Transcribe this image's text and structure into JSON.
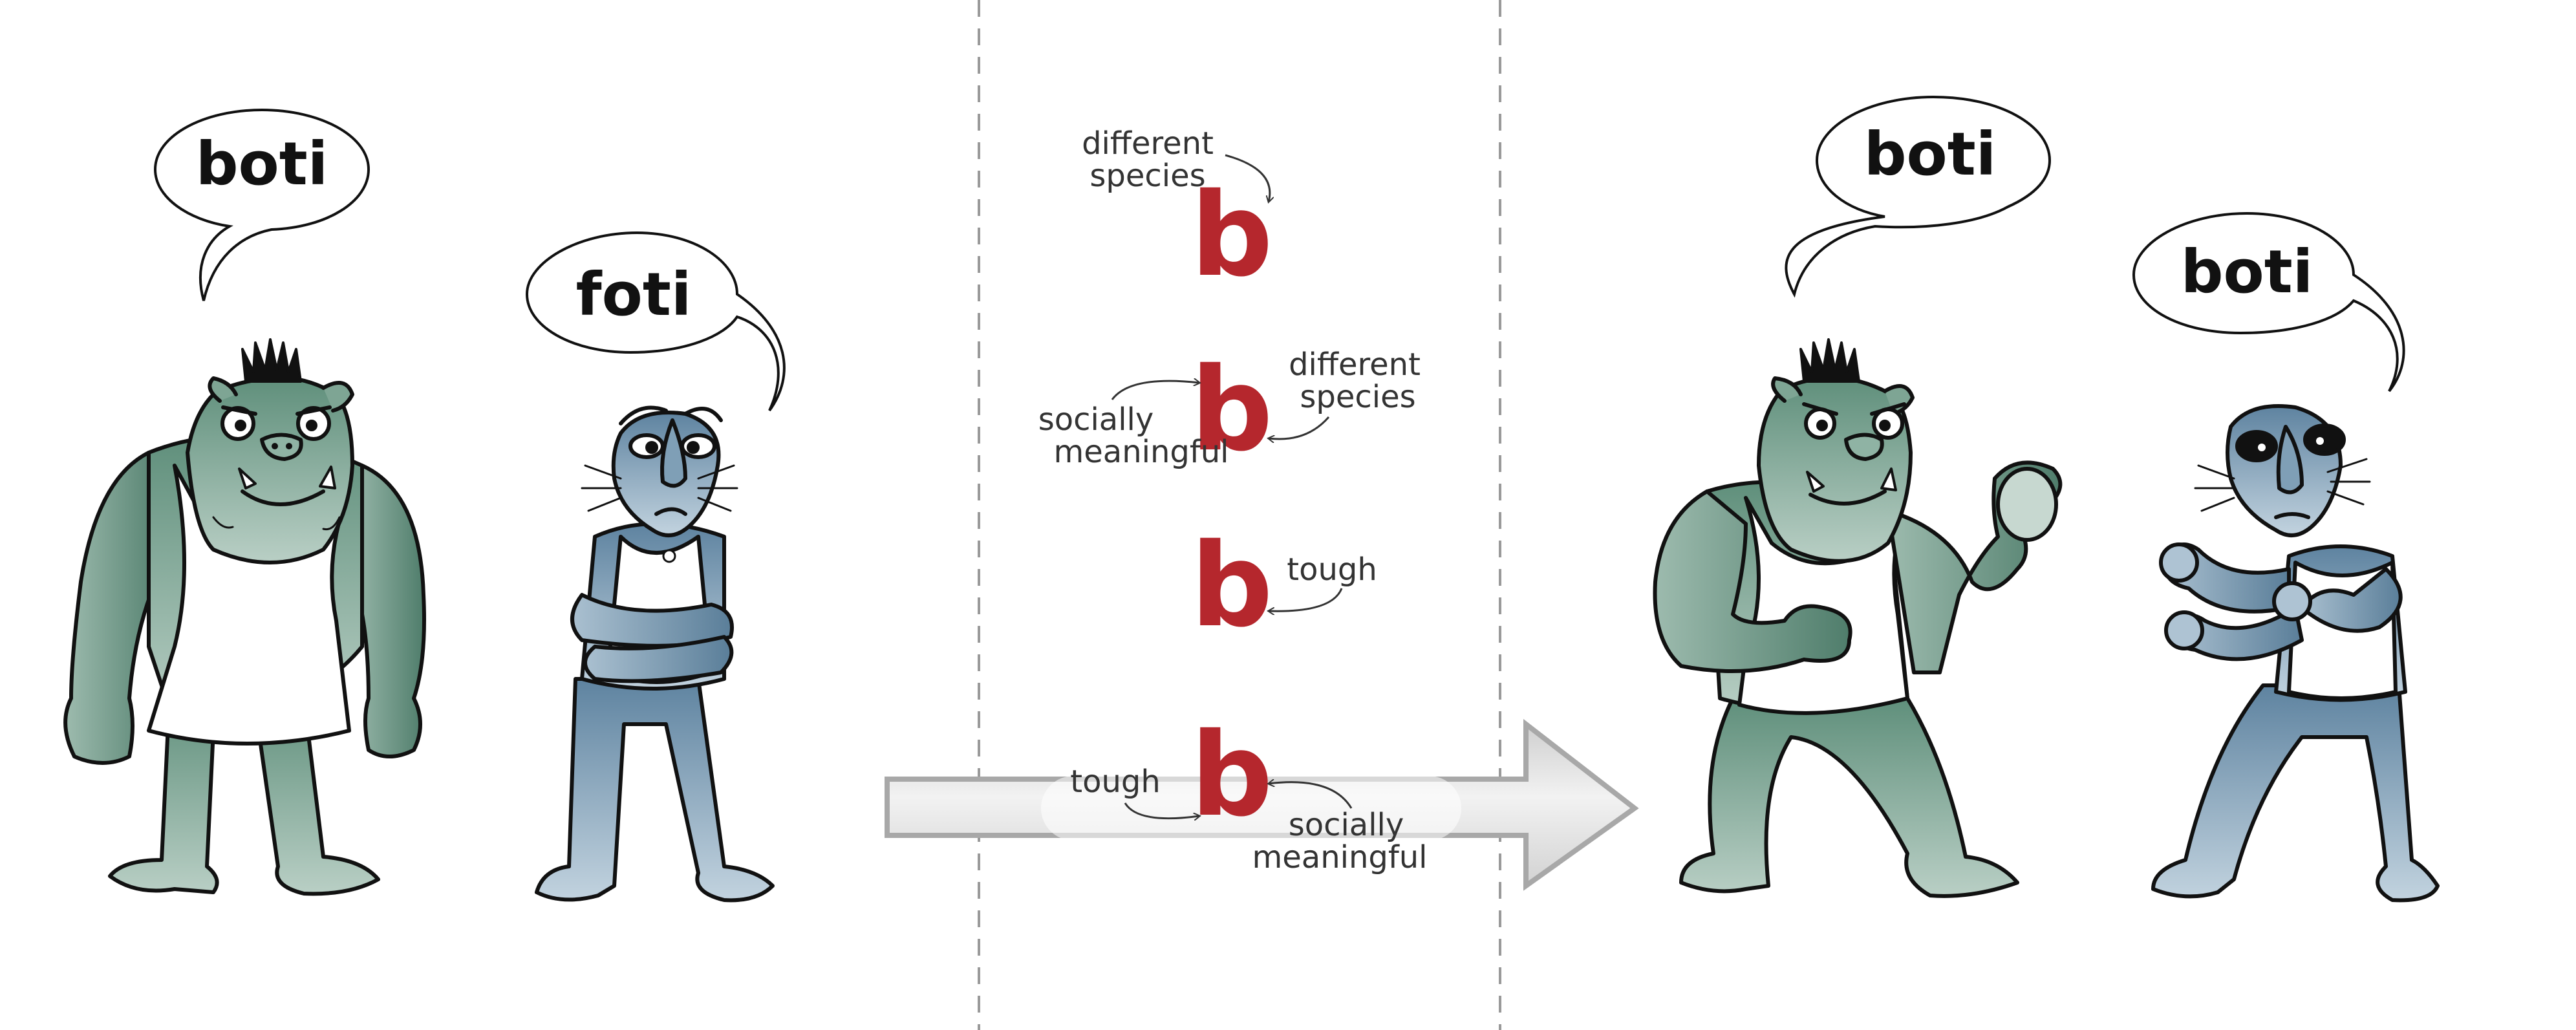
{
  "colors": {
    "accent_red": "#b5272d",
    "ogre_green": "#6e9a88",
    "ogre_green_dark": "#4f7d6b",
    "ogre_green_light": "#a9c3b8",
    "creature_blue": "#7b9bb3",
    "creature_blue_dark": "#5a7e99",
    "creature_blue_light": "#b7cad8",
    "outline": "#111111",
    "divider": "#9a9a9a",
    "arrow_fill": "#dcdcdc",
    "arrow_stroke": "#a8a8a8"
  },
  "left_scene": {
    "ogre_speech": "boti",
    "creature_speech": "foti"
  },
  "right_scene": {
    "ogre_speech": "boti",
    "creature_speech": "boti"
  },
  "middle": {
    "letter": "b",
    "step1": {
      "species_line1": "different",
      "species_line2": "species"
    },
    "step2": {
      "social_line1": "socially",
      "social_line2": "meaningful",
      "species_line1": "different",
      "species_line2": "species"
    },
    "step3": {
      "tough": "tough"
    },
    "step4": {
      "tough": "tough",
      "social_line1": "socially",
      "social_line2": "meaningful"
    }
  }
}
